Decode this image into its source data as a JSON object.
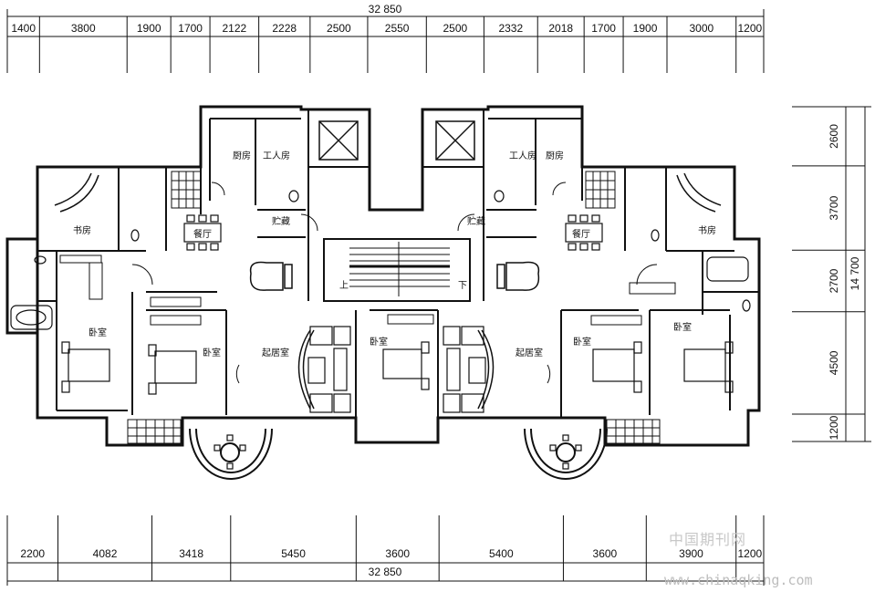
{
  "top_total": "32 850",
  "bottom_total": "32 850",
  "right_total": "14 700",
  "top_segments": [
    "1400",
    "3800",
    "1900",
    "1700",
    "2122",
    "2228",
    "2500",
    "2550",
    "2500",
    "2332",
    "2018",
    "1700",
    "1900",
    "3000",
    "1200"
  ],
  "bottom_segments": [
    "2200",
    "4082",
    "3418",
    "5450",
    "3600",
    "5400",
    "3600",
    "3900",
    "1200"
  ],
  "right_segments": [
    "2600",
    "3700",
    "2700",
    "4500",
    "1200"
  ],
  "rooms": {
    "study": "书房",
    "kitchen": "厨房",
    "maid_room": "工人房",
    "dining": "餐厅",
    "bedroom": "卧室",
    "living": "起居室",
    "storage": "贮藏",
    "stair_up": "上",
    "stair_down": "下"
  },
  "watermark": {
    "site_cn": "中国期刊网",
    "site_url": "www.chinaqking.com"
  }
}
